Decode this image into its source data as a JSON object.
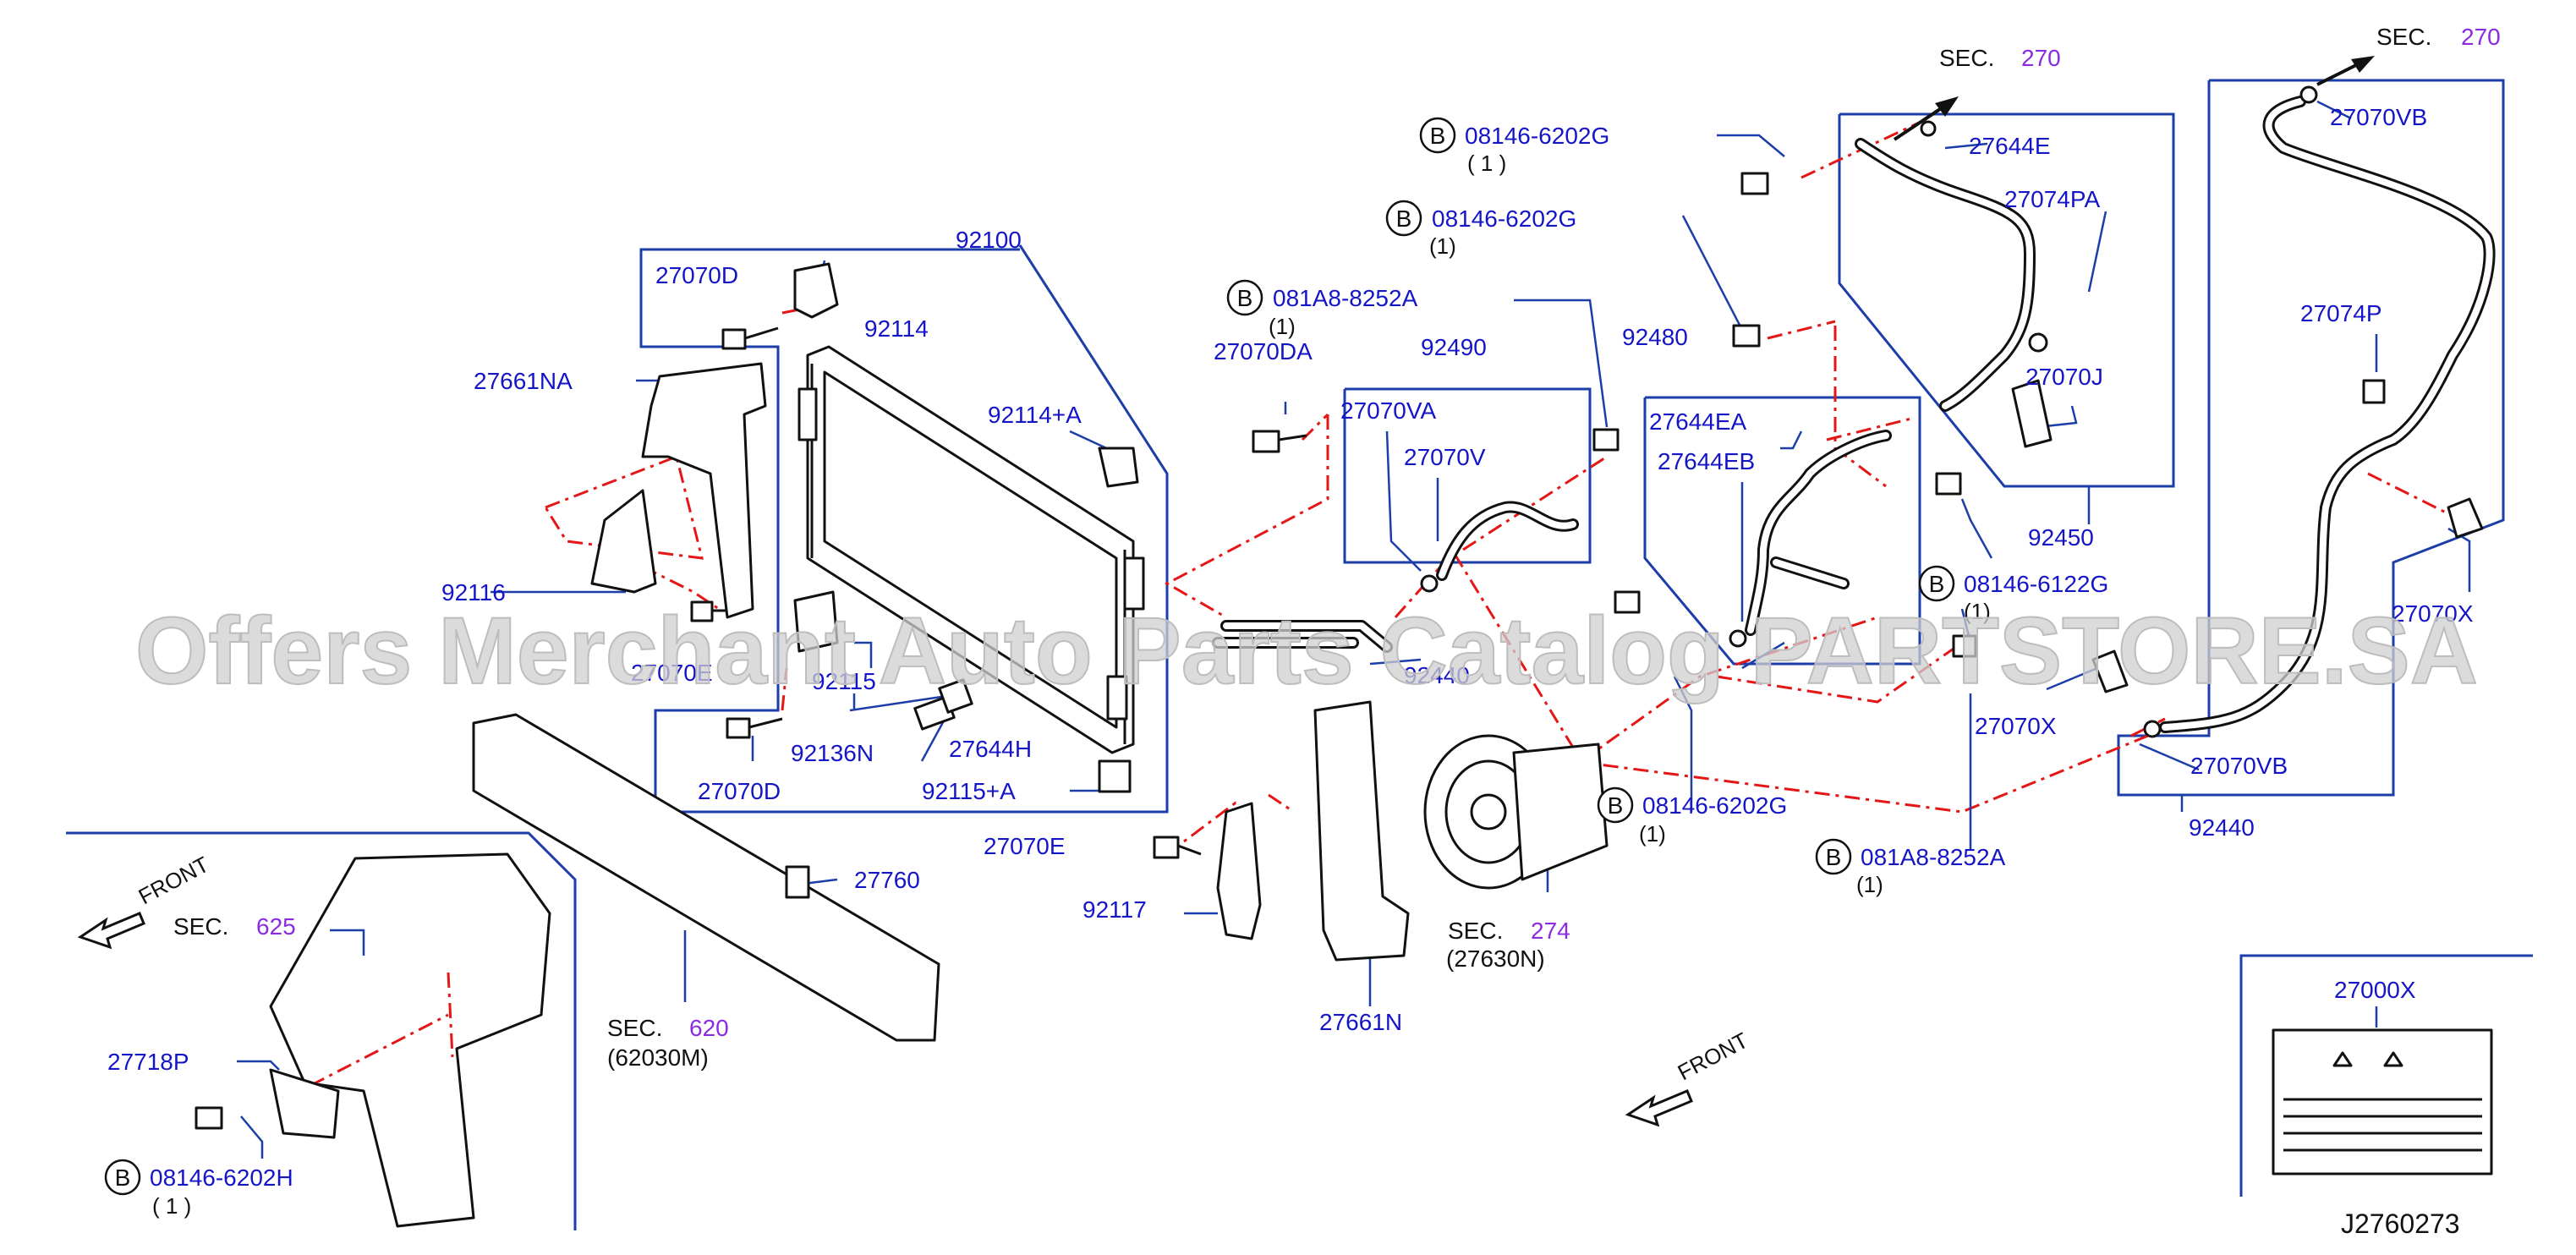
{
  "diagram_id": "J2760273",
  "watermark": "Offers Merchant Auto Parts Catalog PARTSTORE.SA",
  "labels": {
    "p92100": "92100",
    "p27070D_top": "27070D",
    "p92114": "92114",
    "p27661NA": "27661NA",
    "p92114A": "92114+A",
    "p92116": "92116",
    "p27070E_left": "27070E",
    "p92115": "92115",
    "p27644H": "27644H",
    "p92136N": "92136N",
    "p27070D_bot": "27070D",
    "p92115A": "92115+A",
    "p081A8_top": "081A8-8252A",
    "p27070DA": "27070DA",
    "p92490": "92490",
    "p27070VA": "27070VA",
    "p27070V": "27070V",
    "p92440_mid": "92440",
    "p08146_1": "08146-6202G",
    "p08146_2": "08146-6202G",
    "p92480": "92480",
    "p27644EA": "27644EA",
    "p27644EB": "27644EB",
    "p27644E": "27644E",
    "p27074PA": "27074PA",
    "p27070J": "27070J",
    "p92450": "92450",
    "p08146_6122G": "08146-6122G",
    "p27070X_mid": "27070X",
    "p27070VB_top": "27070VB",
    "p27074P": "27074P",
    "p27070X_right": "27070X",
    "p27070VB_bot": "27070VB",
    "p92440_right": "92440",
    "p08146_bot": "08146-6202G",
    "p081A8_bot": "081A8-8252A",
    "p27070E_mid": "27070E",
    "p92117": "92117",
    "p27661N": "27661N",
    "p27760": "27760",
    "p27718P": "27718P",
    "p08146_H": "08146-6202H",
    "p27000X": "27000X"
  },
  "quantities": {
    "q08146_1": "(  1  )",
    "q08146_2": "(1)",
    "q081A8_top": "(1)",
    "q08146_6122G": "(1)",
    "q08146_bot": "(1)",
    "q081A8_bot": "(1)",
    "q08146_H": "(  1  )"
  },
  "bolt_marker": "B",
  "sections": {
    "s270_a": {
      "prefix": "SEC.",
      "num": "270"
    },
    "s270_b": {
      "prefix": "SEC.",
      "num": "270"
    },
    "s274": {
      "prefix": "SEC.",
      "num": "274",
      "sub": "(27630N)"
    },
    "s620": {
      "prefix": "SEC.",
      "num": "620",
      "sub": "(62030M)"
    },
    "s625": {
      "prefix": "SEC.",
      "num": "625"
    }
  },
  "front_label": "FRONT",
  "colors": {
    "label_blue": "#1515c8",
    "frame_blue": "#1c3ea8",
    "dash_red": "#e51616",
    "section_purple": "#8a2be2"
  }
}
